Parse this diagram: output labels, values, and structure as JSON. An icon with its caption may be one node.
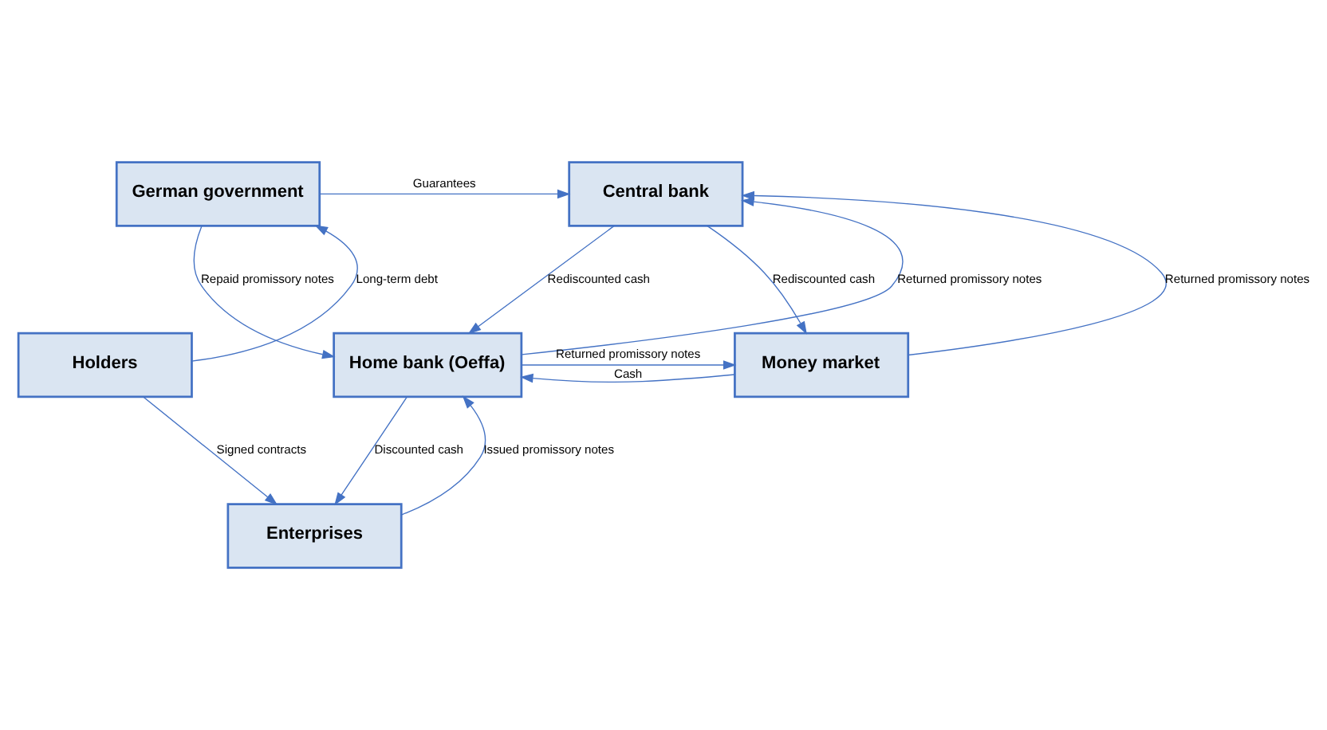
{
  "diagram": {
    "nodes": [
      {
        "text": [
          "German government"
        ]
      },
      {
        "text": [
          "Central bank"
        ]
      },
      {
        "text": [
          "Holders"
        ]
      },
      {
        "text": [
          "Home bank (Oeffa)"
        ]
      },
      {
        "text": [
          "Money market"
        ]
      },
      {
        "text": [
          "Enterprises"
        ]
      }
    ],
    "edges": [
      {
        "from": 0,
        "to": 1,
        "arrow": "to",
        "label": "Guarantees"
      },
      {
        "from": 2,
        "to": 0,
        "arrow": "to",
        "label": "Long-term debt"
      },
      {
        "from": 0,
        "to": 3,
        "arrow": "to",
        "label": "Repaid promissory notes"
      },
      {
        "from": 1,
        "to": 3,
        "arrow": "to",
        "label": "Rediscounted cash"
      },
      {
        "from": 3,
        "to": 1,
        "arrow": "to",
        "label": "Returned promissory notes"
      },
      {
        "from": 1,
        "to": 4,
        "arrow": "to",
        "label": "Rediscounted cash"
      },
      {
        "from": 4,
        "to": 1,
        "arrow": "to",
        "label": "Returned promissory notes"
      },
      {
        "from": 4,
        "to": 3,
        "arrow": "to",
        "label": "Cash"
      },
      {
        "from": 3,
        "to": 4,
        "arrow": "to",
        "label": "Returned promissory notes"
      },
      {
        "from": 2,
        "to": 5,
        "arrow": "to",
        "label": "Signed contracts"
      },
      {
        "from": 3,
        "to": 5,
        "arrow": "to",
        "label": "Discounted cash"
      },
      {
        "from": 5,
        "to": 3,
        "arrow": "to",
        "label": "Issued promissory notes"
      }
    ]
  }
}
